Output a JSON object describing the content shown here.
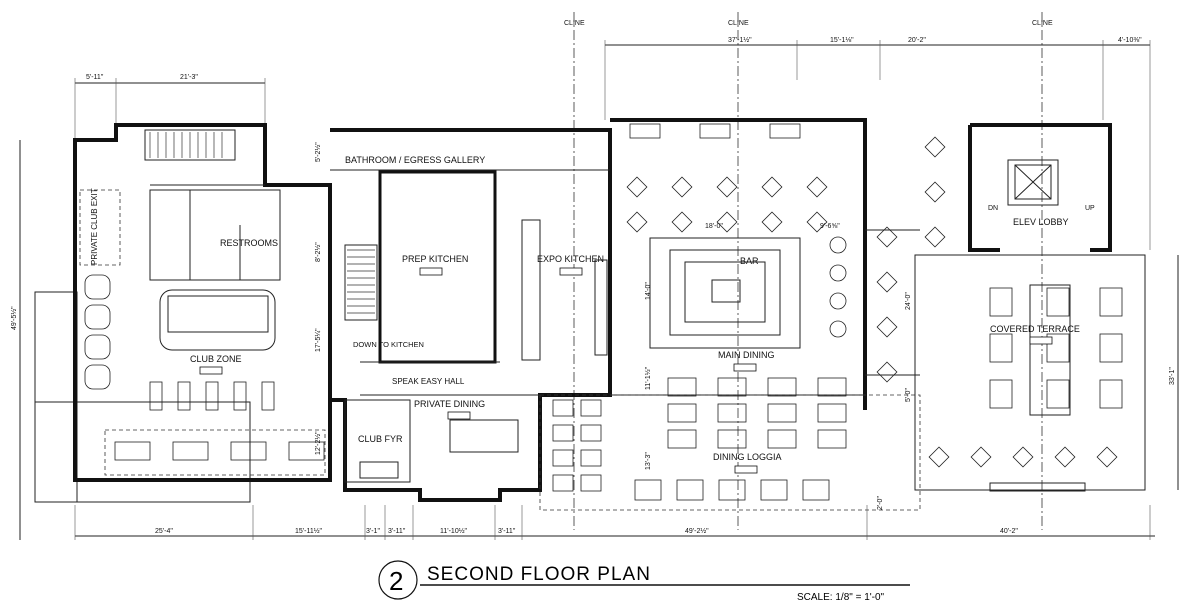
{
  "drawing": {
    "number": "2",
    "title": "SECOND FLOOR PLAN",
    "scale": "SCALE: 1/8\" = 1'-0\""
  },
  "centerlines": [
    "CLINE",
    "CLINE",
    "CLINE"
  ],
  "rooms": {
    "gallery": "BATHROOM / EGRESS GALLERY",
    "club_exit": "PRIVATE CLUB EXIT",
    "restrooms": "RESTROOMS",
    "prep_kitchen": "PREP KITCHEN",
    "expo_kitchen": "EXPO KITCHEN",
    "bar": "BAR",
    "main_dining": "MAIN DINING",
    "elev_lobby": "ELEV LOBBY",
    "dn": "DN",
    "up": "UP",
    "covered_terrace": "COVERED TERRACE",
    "club_zone": "CLUB ZONE",
    "down_to_kitchen": "DOWN TO KITCHEN",
    "speak_easy_hall": "SPEAK EASY HALL",
    "private_dining": "PRIVATE DINING",
    "club_fyr": "CLUB FYR",
    "dining_loggia": "DINING LOGGIA"
  },
  "dimensions": {
    "top": [
      "5'-11\"",
      "21'-3\"",
      "37'-1½\"",
      "15'-1⅛\"",
      "20'-2\"",
      "4'-10⅜\""
    ],
    "bottom": [
      "25'-4\"",
      "15'-11½\"",
      "3'-1\"",
      "3'-11\"",
      "11'-10½\"",
      "3'-11\"",
      "49'-2½\"",
      "40'-2\""
    ],
    "overall_left": "49'-5½\"",
    "overall_right": "33'-1\"",
    "interior": {
      "gallery_h": "5'-2½\"",
      "restroom_h": "8'-2½\"",
      "club_h": "17'-5¼\"",
      "club_lower_h": "12'-2½\"",
      "bar_w": "18'-0\"",
      "bar_side_w": "9'-6⅝\"",
      "bar_h": "14'-0\"",
      "terrace_gap_h": "24'-0\"",
      "dining_h": "11'-1½\"",
      "aisle_h": "5'-0\"",
      "loggia_h": "13'-3\"",
      "edge_h": "2'-0\""
    }
  }
}
